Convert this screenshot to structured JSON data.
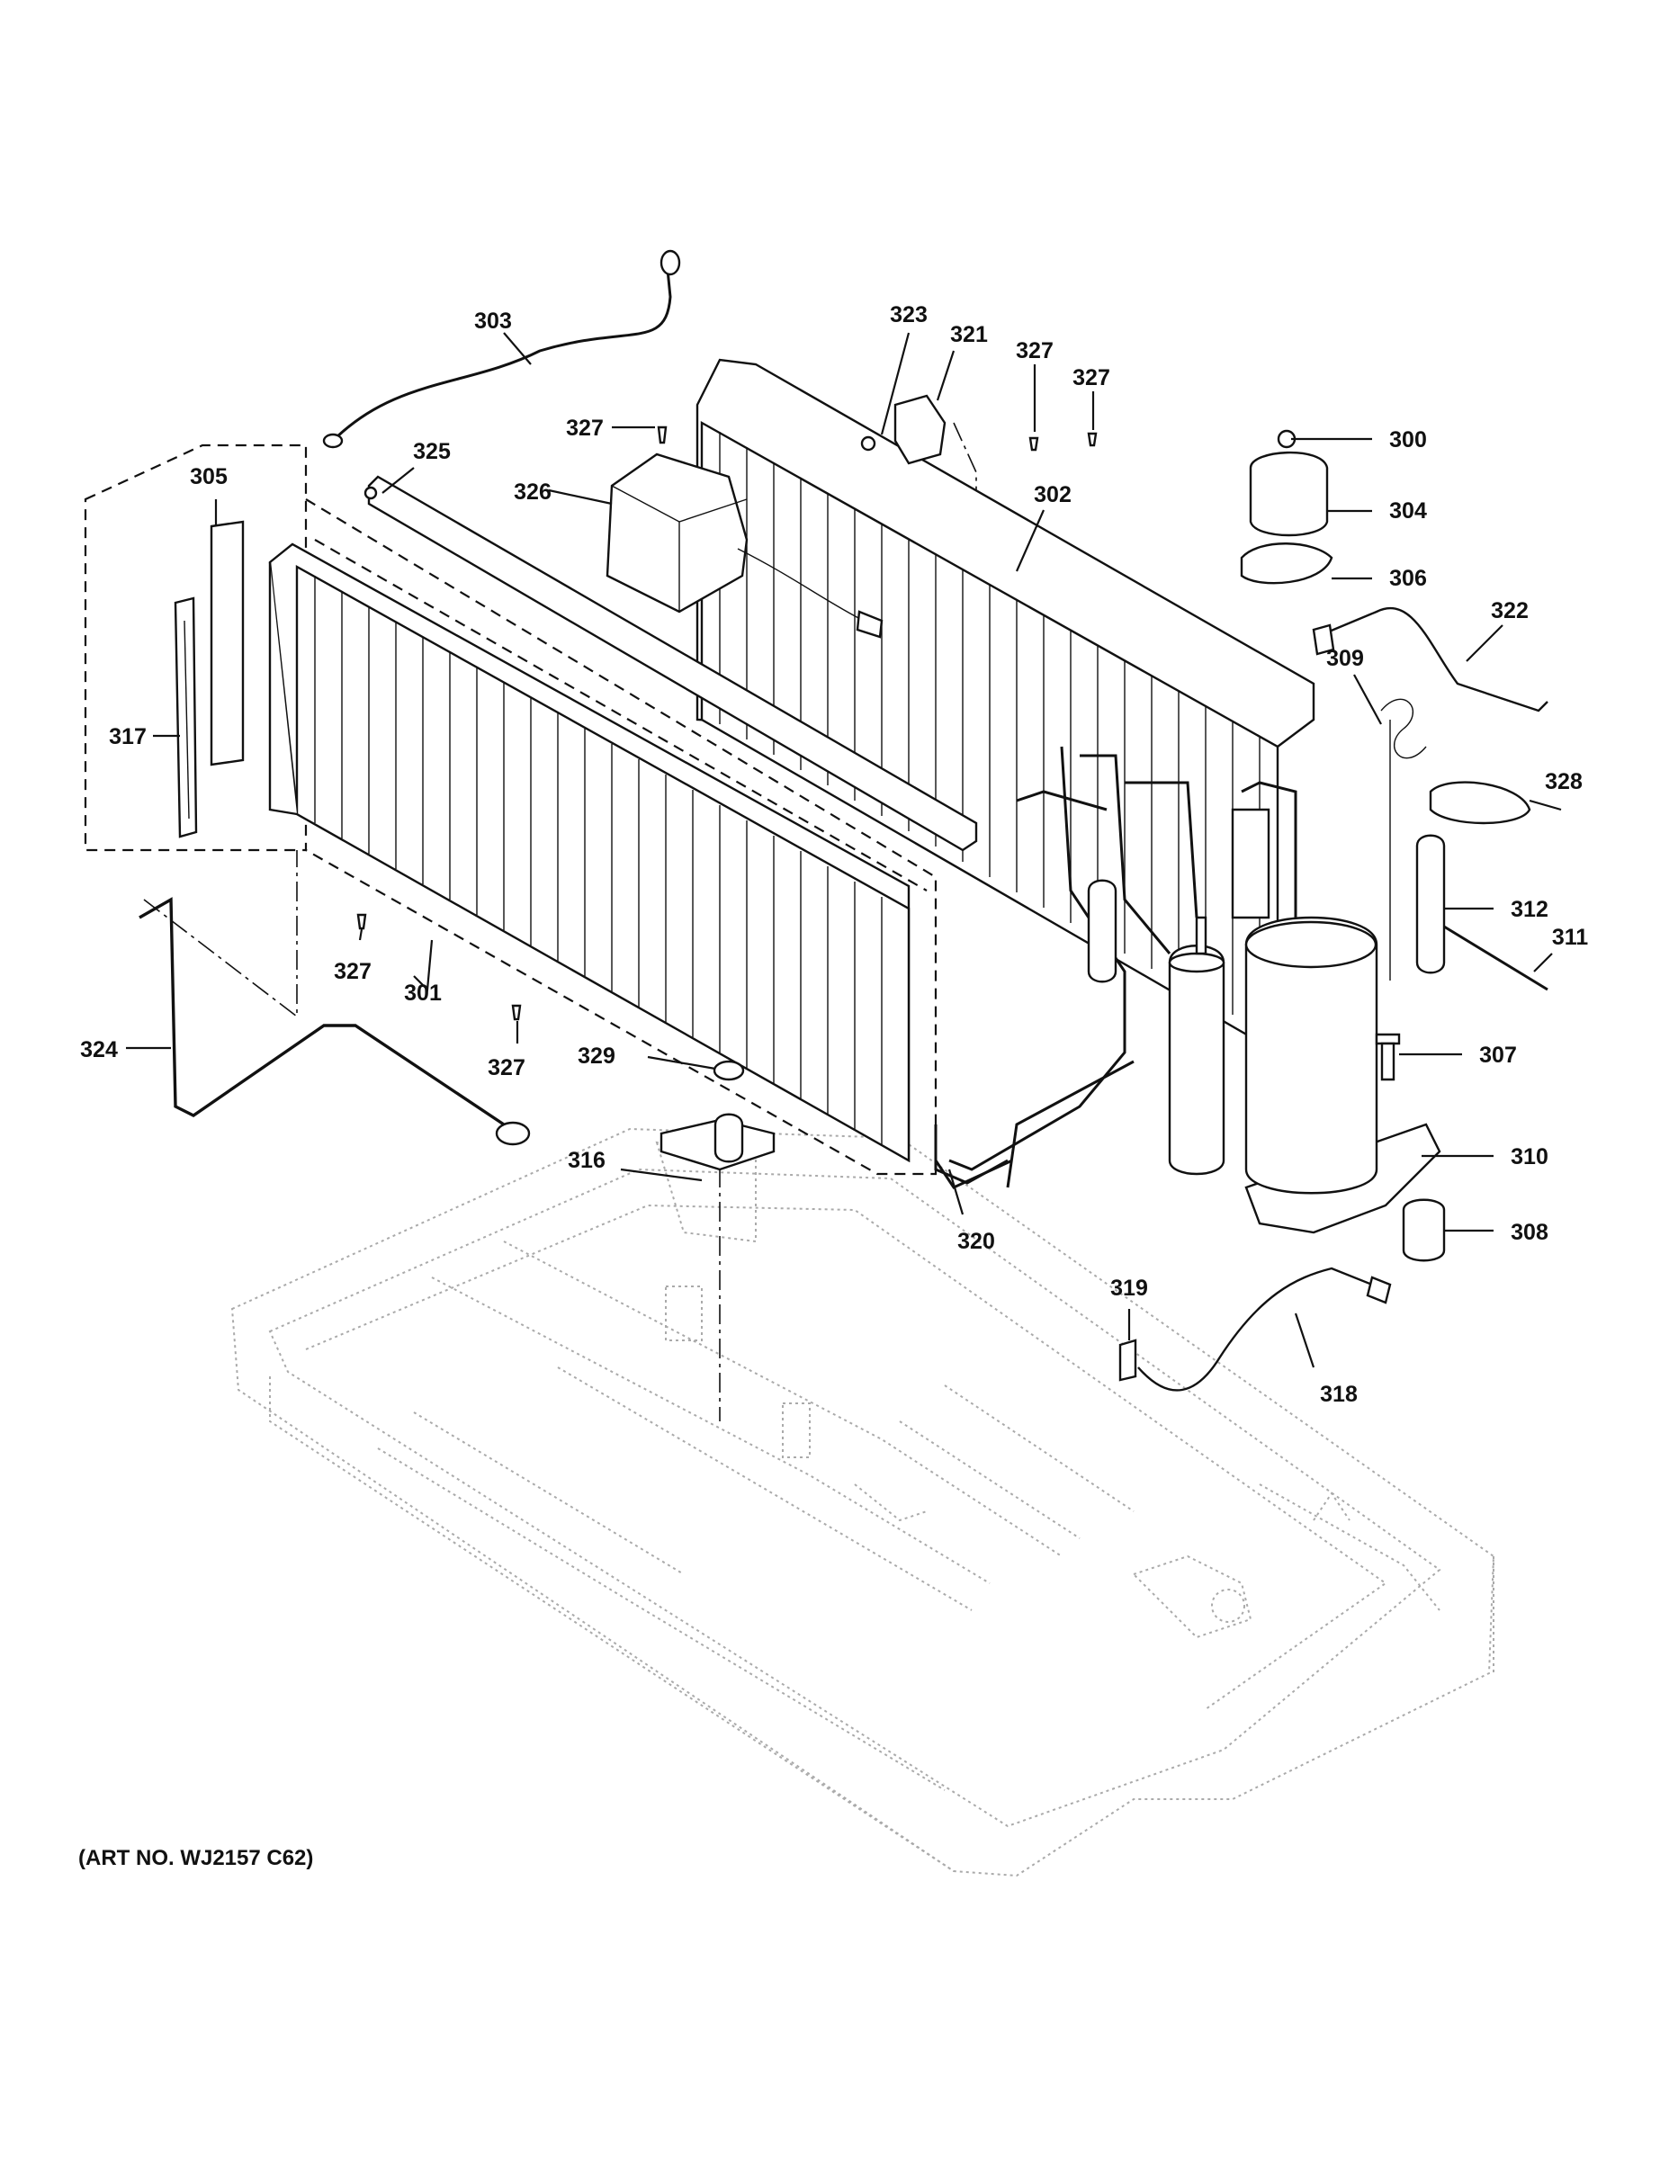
{
  "diagram": {
    "art_number": "(ART NO. WJ2157 C62)",
    "callouts": [
      {
        "id": "300",
        "label": "300"
      },
      {
        "id": "301",
        "label": "301"
      },
      {
        "id": "302",
        "label": "302"
      },
      {
        "id": "303",
        "label": "303"
      },
      {
        "id": "304",
        "label": "304"
      },
      {
        "id": "305",
        "label": "305"
      },
      {
        "id": "306",
        "label": "306"
      },
      {
        "id": "307",
        "label": "307"
      },
      {
        "id": "308",
        "label": "308"
      },
      {
        "id": "309",
        "label": "309"
      },
      {
        "id": "310",
        "label": "310"
      },
      {
        "id": "311",
        "label": "311"
      },
      {
        "id": "312",
        "label": "312"
      },
      {
        "id": "316",
        "label": "316"
      },
      {
        "id": "317",
        "label": "317"
      },
      {
        "id": "318",
        "label": "318"
      },
      {
        "id": "319",
        "label": "319"
      },
      {
        "id": "320",
        "label": "320"
      },
      {
        "id": "321",
        "label": "321"
      },
      {
        "id": "322",
        "label": "322"
      },
      {
        "id": "323",
        "label": "323"
      },
      {
        "id": "324",
        "label": "324"
      },
      {
        "id": "325",
        "label": "325"
      },
      {
        "id": "326",
        "label": "326"
      },
      {
        "id": "327a",
        "label": "327"
      },
      {
        "id": "327b",
        "label": "327"
      },
      {
        "id": "327c",
        "label": "327"
      },
      {
        "id": "327d",
        "label": "327"
      },
      {
        "id": "327e",
        "label": "327"
      },
      {
        "id": "328",
        "label": "328"
      },
      {
        "id": "329",
        "label": "329"
      }
    ]
  }
}
